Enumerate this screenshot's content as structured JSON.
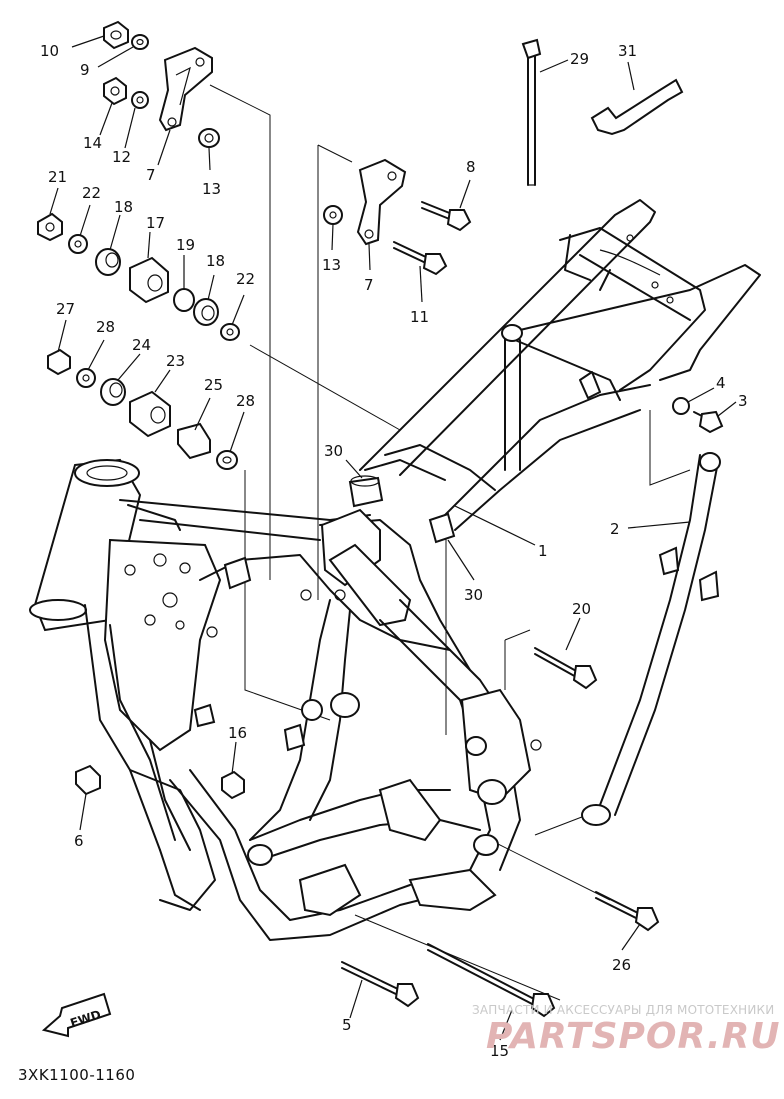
{
  "diagram": {
    "callouts": [
      {
        "id": "p10",
        "text": "10"
      },
      {
        "id": "p9",
        "text": "9"
      },
      {
        "id": "p14",
        "text": "14"
      },
      {
        "id": "p12",
        "text": "12"
      },
      {
        "id": "p7a",
        "text": "7"
      },
      {
        "id": "p13a",
        "text": "13"
      },
      {
        "id": "p21",
        "text": "21"
      },
      {
        "id": "p22a",
        "text": "22"
      },
      {
        "id": "p18a",
        "text": "18"
      },
      {
        "id": "p17",
        "text": "17"
      },
      {
        "id": "p19",
        "text": "19"
      },
      {
        "id": "p18b",
        "text": "18"
      },
      {
        "id": "p22b",
        "text": "22"
      },
      {
        "id": "p27",
        "text": "27"
      },
      {
        "id": "p28a",
        "text": "28"
      },
      {
        "id": "p24",
        "text": "24"
      },
      {
        "id": "p23",
        "text": "23"
      },
      {
        "id": "p25",
        "text": "25"
      },
      {
        "id": "p28b",
        "text": "28"
      },
      {
        "id": "p8",
        "text": "8"
      },
      {
        "id": "p13b",
        "text": "13"
      },
      {
        "id": "p7b",
        "text": "7"
      },
      {
        "id": "p11",
        "text": "11"
      },
      {
        "id": "p29",
        "text": "29"
      },
      {
        "id": "p31",
        "text": "31"
      },
      {
        "id": "p4",
        "text": "4"
      },
      {
        "id": "p3",
        "text": "3"
      },
      {
        "id": "p30a",
        "text": "30"
      },
      {
        "id": "p1",
        "text": "1"
      },
      {
        "id": "p30b",
        "text": "30"
      },
      {
        "id": "p2",
        "text": "2"
      },
      {
        "id": "p20",
        "text": "20"
      },
      {
        "id": "p16",
        "text": "16"
      },
      {
        "id": "p6",
        "text": "6"
      },
      {
        "id": "p26",
        "text": "26"
      },
      {
        "id": "p5",
        "text": "5"
      },
      {
        "id": "p15",
        "text": "15"
      }
    ],
    "fwd_label": "FWD",
    "diagram_code": "3XK1100-1160",
    "watermark_line1": "ЗАПЧАСТИ И АКСЕССУАРЫ ДЛЯ МОТОТЕХНИКИ",
    "watermark_line2": "PARTSPOR.RU"
  }
}
